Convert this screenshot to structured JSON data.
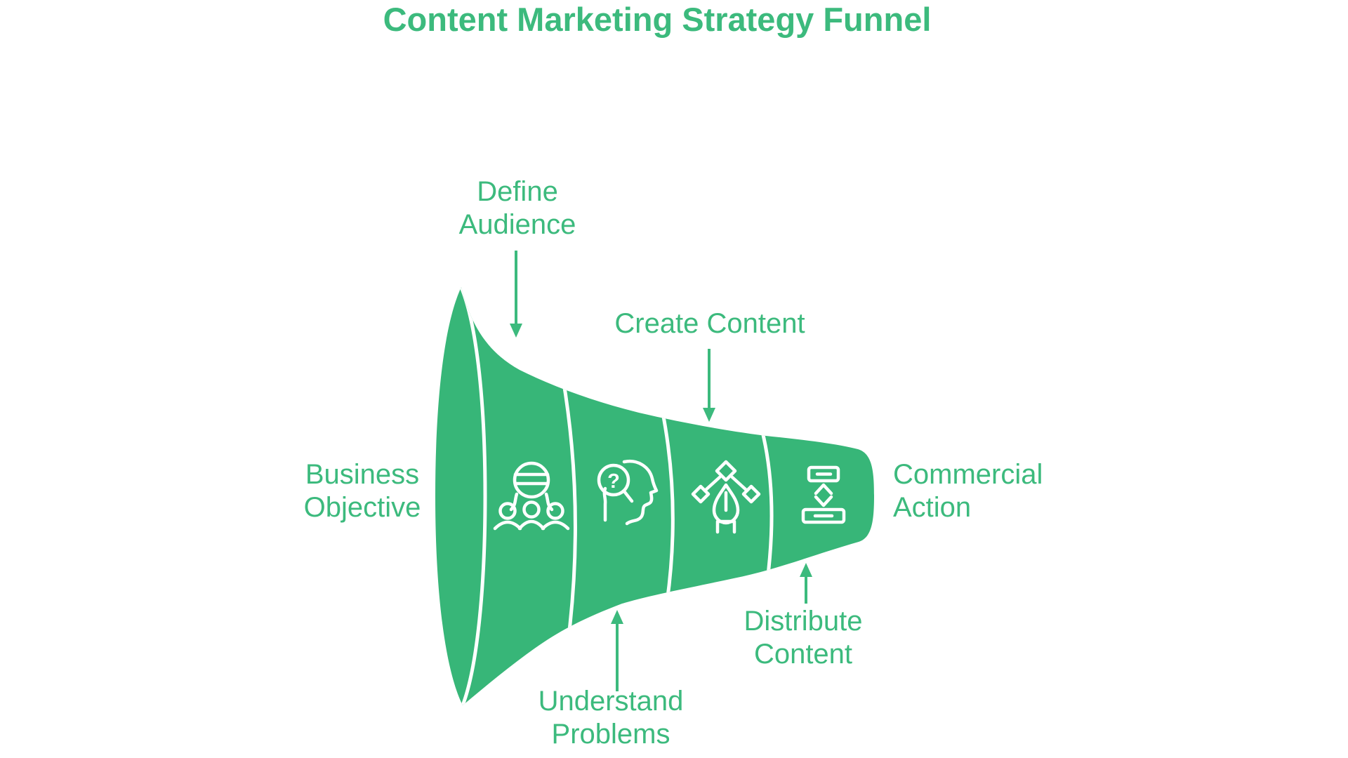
{
  "title": "Content Marketing Strategy Funnel",
  "colors": {
    "funnel_fill": "#37B678",
    "label_text": "#3CBA7D",
    "stroke_white": "#FFFFFF"
  },
  "stages": [
    {
      "label": "Business Objective",
      "position": "left-of-funnel",
      "icon": "none",
      "arrow": "none"
    },
    {
      "label": "Define Audience",
      "position": "above-funnel",
      "icon": "audience-icon",
      "arrow": "down"
    },
    {
      "label": "Understand Problems",
      "position": "below-funnel",
      "icon": "head-question-icon",
      "arrow": "up"
    },
    {
      "label": "Create Content",
      "position": "above-funnel",
      "icon": "pen-tool-icon",
      "arrow": "down"
    },
    {
      "label": "Distribute Content",
      "position": "below-funnel",
      "icon": "distribute-icon",
      "arrow": "up"
    },
    {
      "label": "Commercial Action",
      "position": "right-of-funnel",
      "icon": "none",
      "arrow": "none"
    }
  ]
}
